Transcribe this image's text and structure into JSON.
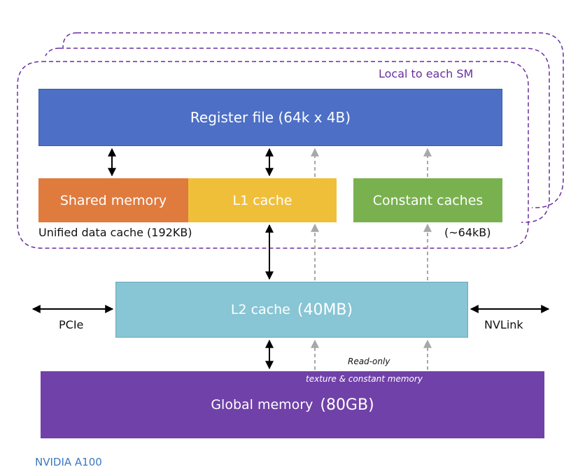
{
  "diagram": {
    "scope_label": "Local to each SM",
    "register_file": "Register file (64k x 4B)",
    "shared_memory": "Shared memory",
    "l1_cache": "L1 cache",
    "constant_caches": "Constant caches",
    "unified_cache_label": "Unified data cache  (192KB)",
    "constant_cache_size": "(~64kB)",
    "l2_cache": {
      "name": "L2 cache",
      "size": "(40MB)"
    },
    "pcie": "PCIe",
    "nvlink": "NVLink",
    "read_only_label": "Read-only",
    "texture_label": "texture & constant memory",
    "global_memory": {
      "name": "Global memory",
      "size": "(80GB)"
    },
    "caption": "NVIDIA A100"
  },
  "colors": {
    "register_file": "#4d6fc6",
    "shared_memory": "#e07b3e",
    "l1_cache": "#f0bf3a",
    "constant_caches": "#79b14f",
    "l2_cache": "#88c5d5",
    "global_memory": "#7041a8",
    "sm_outline": "#6a2f9e",
    "read_only_path": "#a8a8a8",
    "caption": "#3a78c2"
  }
}
